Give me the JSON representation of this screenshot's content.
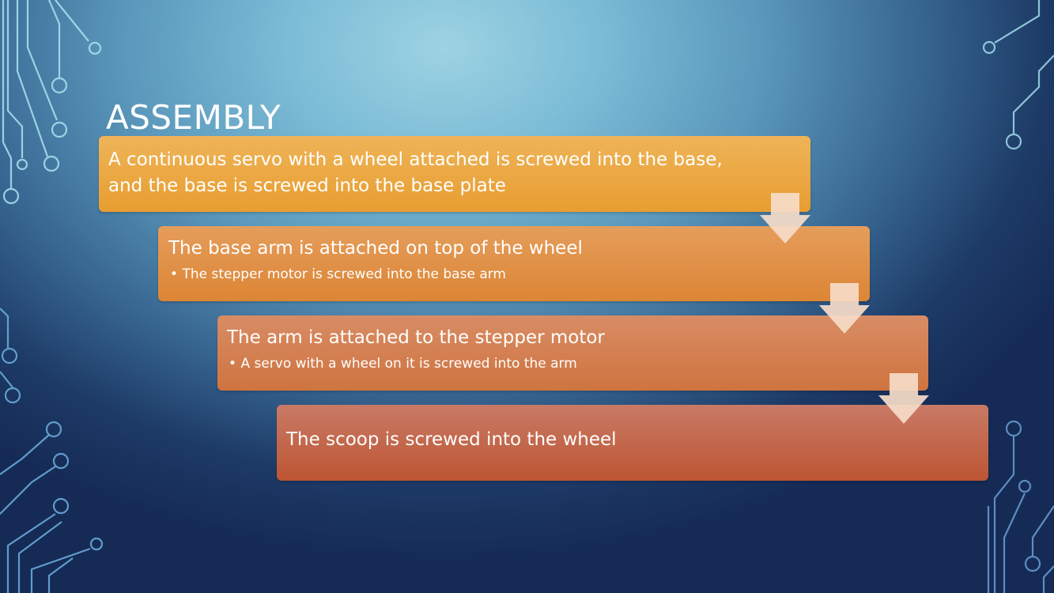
{
  "slide": {
    "title": "ASSEMBLY",
    "steps": [
      {
        "text": "A continuous servo with a wheel attached is screwed into the base, and the base is screwed into the base plate",
        "bullet": ""
      },
      {
        "text": "The base arm is attached on top of the wheel",
        "bullet": "The stepper motor is screwed into the base arm"
      },
      {
        "text": "The arm is attached to the stepper motor",
        "bullet": "A servo with a wheel on it is screwed into the arm"
      },
      {
        "text": "The scoop is screwed into the wheel",
        "bullet": ""
      }
    ]
  },
  "colors": {
    "step_1": "#e9a43a",
    "step_2": "#df8c42",
    "step_3": "#d27c4e",
    "step_4": "#c0624a",
    "arrow": "#f6dcc8",
    "circuit_light": "#a9e4f2",
    "circuit_dark": "#6a9fd6"
  },
  "icons": {
    "flow_arrow": "down-arrow-icon",
    "decoration": "circuit-trace-decoration"
  }
}
